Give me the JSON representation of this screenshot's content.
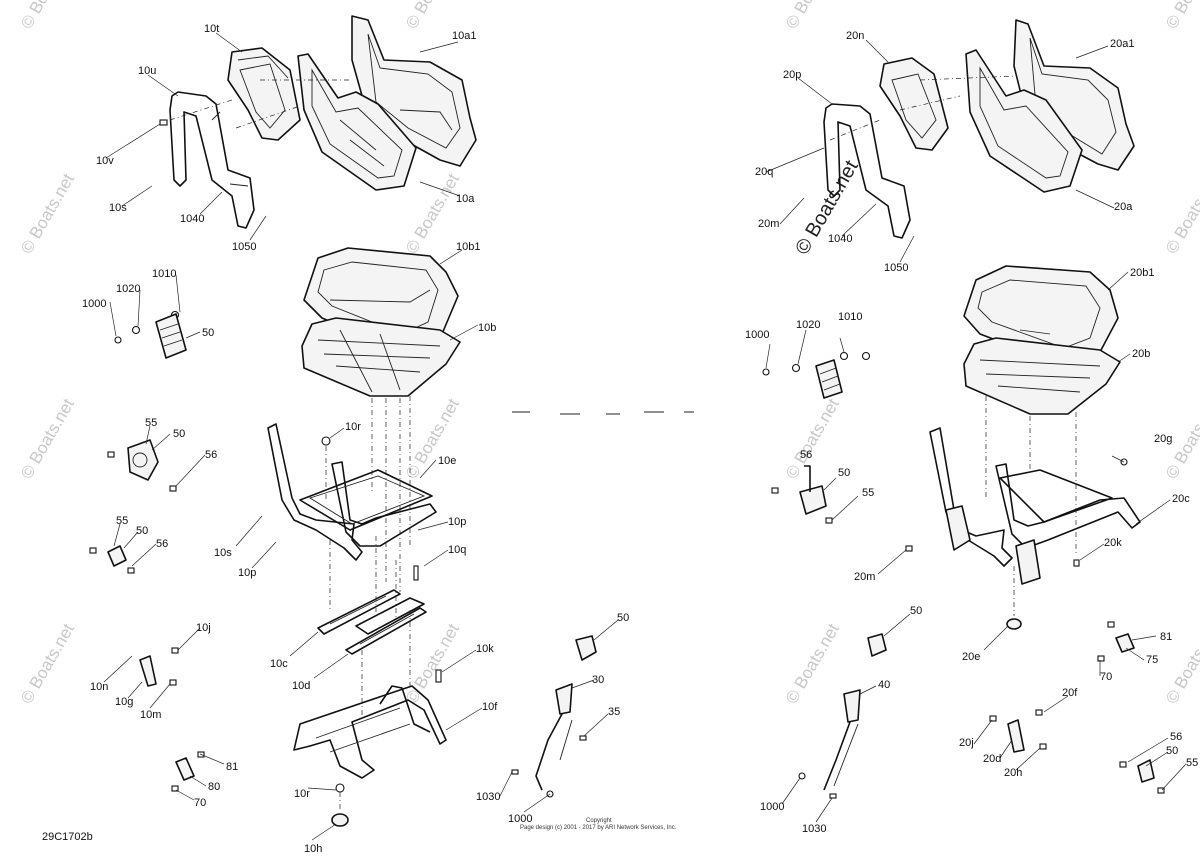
{
  "diagram_id": "29C1702b",
  "copyright": {
    "title": "Copyright",
    "line": "Page design (c) 2001 - 2017 by ARI Network Services, Inc."
  },
  "watermark": "© Boats.net",
  "labels": {
    "l_10t": "10t",
    "l_10a1": "10a1",
    "l_10u": "10u",
    "l_10v": "10v",
    "l_10s_top": "10s",
    "l_1040_l": "1040",
    "l_1050_l": "1050",
    "l_10a": "10a",
    "l_10b1": "10b1",
    "l_10b": "10b",
    "l_1010_l": "1010",
    "l_1020_l": "1020",
    "l_1000_l": "1000",
    "l_50_a": "50",
    "l_55_a": "55",
    "l_50_b": "50",
    "l_56_a": "56",
    "l_10r_top": "10r",
    "l_10e": "10e",
    "l_55_b": "55",
    "l_50_c": "50",
    "l_56_b": "56",
    "l_10p_r": "10p",
    "l_10s": "10s",
    "l_10p_l": "10p",
    "l_10q": "10q",
    "l_10j": "10j",
    "l_10c": "10c",
    "l_10d": "10d",
    "l_10k": "10k",
    "l_10n": "10n",
    "l_10g": "10g",
    "l_10m": "10m",
    "l_10f": "10f",
    "l_81_l": "81",
    "l_80": "80",
    "l_70_l": "70",
    "l_10r_bot": "10r",
    "l_10h": "10h",
    "l_50_d": "50",
    "l_30": "30",
    "l_35": "35",
    "l_1030_l": "1030",
    "l_1000_b": "1000",
    "l_20n": "20n",
    "l_20a1": "20a1",
    "l_20p": "20p",
    "l_20q": "20q",
    "l_20m_top": "20m",
    "l_1040_r": "1040",
    "l_1050_r": "1050",
    "l_20a": "20a",
    "l_20b1": "20b1",
    "l_20b": "20b",
    "l_1000_r": "1000",
    "l_1020_r": "1020",
    "l_1010_r": "1010",
    "l_56_r": "56",
    "l_50_r1": "50",
    "l_55_r1": "55",
    "l_20g": "20g",
    "l_20c": "20c",
    "l_20k": "20k",
    "l_20m": "20m",
    "l_50_r2": "50",
    "l_20e": "20e",
    "l_81_r": "81",
    "l_75": "75",
    "l_70_r": "70",
    "l_40": "40",
    "l_20f": "20f",
    "l_20j": "20j",
    "l_20d": "20d",
    "l_20h": "20h",
    "l_56_r2": "56",
    "l_50_r3": "50",
    "l_55_r2": "55",
    "l_1000_r2": "1000",
    "l_1030_r": "1030"
  }
}
